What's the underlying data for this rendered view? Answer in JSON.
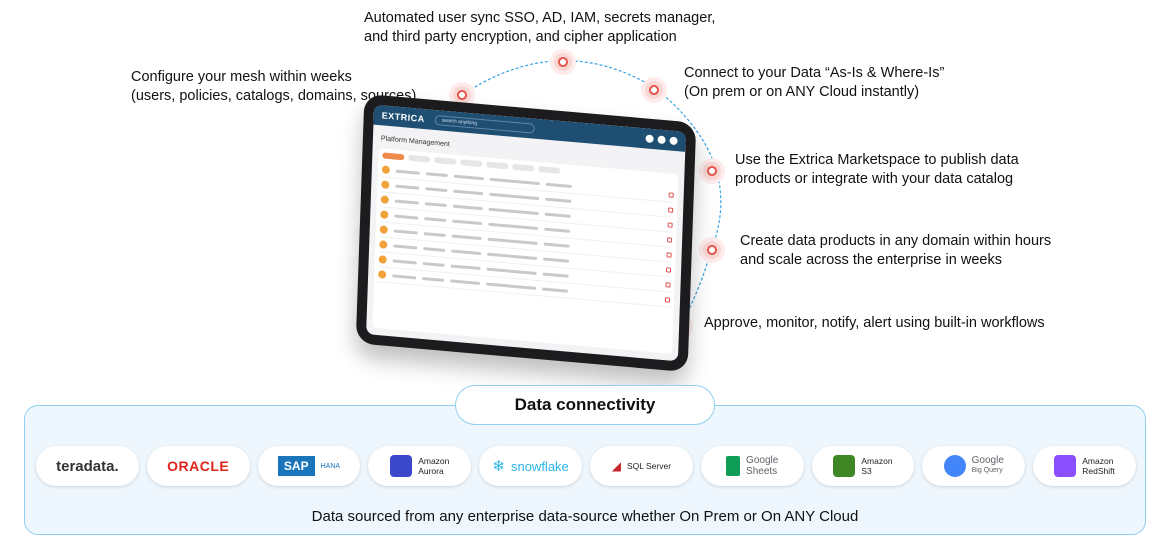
{
  "callouts": {
    "top": [
      "Automated user sync SSO, AD, IAM, secrets manager,",
      "and third party encryption, and cipher application"
    ],
    "left": [
      "Configure your mesh within weeks",
      "(users, policies, catalogs, domains, sources)"
    ],
    "right1": [
      "Connect to your Data “As-Is & Where-Is”",
      "(On prem or on ANY Cloud instantly)"
    ],
    "right2": [
      "Use the Extrica Marketspace to publish data",
      "products or integrate with your data catalog"
    ],
    "right3": [
      "Create data products in any domain within hours",
      "and scale across the enterprise in weeks"
    ],
    "right4": [
      "Approve, monitor, notify, alert using built-in workflows"
    ]
  },
  "app": {
    "brand": "EXTRICA",
    "search_placeholder": "search anything",
    "page_title": "Platform Management"
  },
  "connectivity": {
    "title": "Data connectivity",
    "footer": "Data sourced from any enterprise data-source whether On Prem or On ANY Cloud",
    "logos": [
      {
        "name": "teradata",
        "line1": "teradata.",
        "line2": ""
      },
      {
        "name": "oracle",
        "line1": "ORACLE",
        "line2": ""
      },
      {
        "name": "sap-hana",
        "line1": "SAP",
        "line2": "HANA"
      },
      {
        "name": "amazon-aurora",
        "line1": "Amazon",
        "line2": "Aurora"
      },
      {
        "name": "snowflake",
        "line1": "snowflake",
        "line2": ""
      },
      {
        "name": "sql-server",
        "line1": "SQL Server",
        "line2": ""
      },
      {
        "name": "google-sheets",
        "line1": "Google",
        "line2": "Sheets"
      },
      {
        "name": "amazon-s3",
        "line1": "Amazon",
        "line2": "S3"
      },
      {
        "name": "google-bigquery",
        "line1": "Google",
        "line2": "Big Query"
      },
      {
        "name": "amazon-redshift",
        "line1": "Amazon",
        "line2": "RedShift"
      }
    ]
  },
  "colors": {
    "accent_dot": "#e8584f",
    "arc": "#3aa3e3",
    "box_border": "#8fcff0",
    "box_fill": "#eef7fd",
    "app_bar": "#1f4e73"
  }
}
